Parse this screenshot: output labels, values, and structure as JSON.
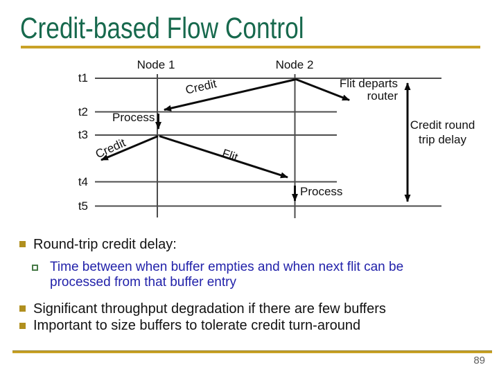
{
  "title": "Credit-based Flow Control",
  "page_number": "89",
  "colors": {
    "title_green": "#17694D",
    "rule_gold": "#C9A227",
    "sub_bullet_text_navy": "#2222AA",
    "bullet_square_gold": "#B08F1F",
    "sub_bullet_square_green": "#477A47",
    "diagram_line_gray": "#4c4c4c",
    "arrow_black": "#0b0b0b"
  },
  "diagram": {
    "node1_label": "Node 1",
    "node2_label": "Node 2",
    "timeline_labels": [
      "t1",
      "t2",
      "t3",
      "t4",
      "t5"
    ],
    "labels": {
      "credit_top": "Credit",
      "flit_departs": [
        "Flit departs",
        "router"
      ],
      "process_node1": "Process",
      "credit_return": "Credit",
      "flit": "Flit",
      "process_node2": "Process",
      "round_trip": [
        "Credit round",
        "trip delay"
      ]
    }
  },
  "bullets": [
    {
      "level": 1,
      "text": "Round-trip credit delay:"
    },
    {
      "level": 2,
      "lines": [
        "Time between when buffer empties and when next flit can be",
        "processed from that buffer entry"
      ]
    },
    {
      "level": 1,
      "text": "Significant throughput degradation if there are few buffers"
    },
    {
      "level": 1,
      "text": "Important to size buffers to tolerate credit turn-around"
    }
  ]
}
